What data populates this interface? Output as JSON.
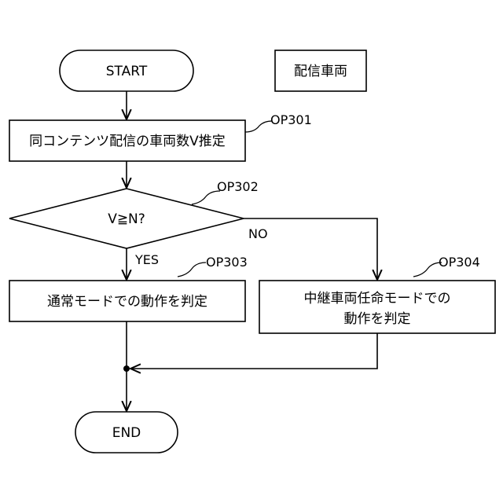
{
  "legend": {
    "label": "配信車両"
  },
  "nodes": {
    "start": {
      "label": "START"
    },
    "op301": {
      "label": "同コンテンツ配信の車両数V推定",
      "ref": "OP301"
    },
    "op302": {
      "label": "V≧N?",
      "ref": "OP302"
    },
    "op303": {
      "label": "通常モードでの動作を判定",
      "ref": "OP303"
    },
    "op304": {
      "line1": "中継車両任命モードでの",
      "line2": "動作を判定",
      "ref": "OP304"
    },
    "end": {
      "label": "END"
    }
  },
  "branches": {
    "yes": "YES",
    "no": "NO"
  }
}
